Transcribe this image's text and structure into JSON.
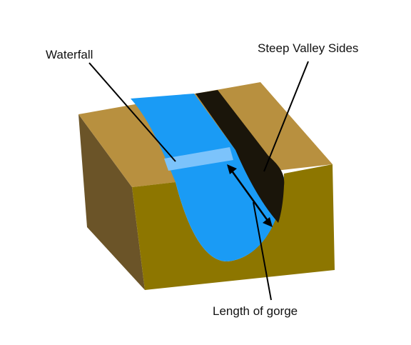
{
  "labels": {
    "waterfall": "Waterfall",
    "steep_valley_sides": "Steep Valley Sides",
    "length_of_gorge": "Length of gorge"
  },
  "colors": {
    "land_top": "#B8903F",
    "land_front": "#8D7600",
    "land_side": "#6B5428",
    "water": "#1A9BF5",
    "waterfall_step": "#7CC3FB",
    "cliff_shadow": "#1A150A",
    "annotation_line": "#000000"
  }
}
